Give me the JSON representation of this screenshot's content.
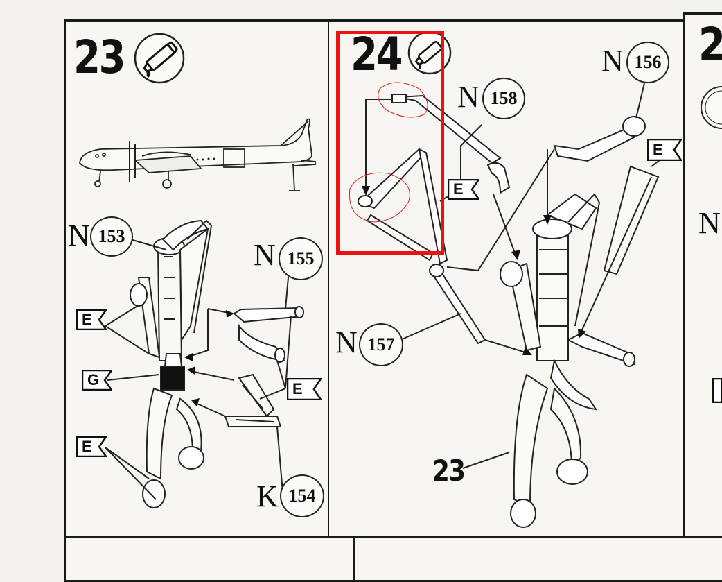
{
  "steps": {
    "step23": {
      "number": "23",
      "callouts": {
        "n153": {
          "letter": "N",
          "number": "153"
        },
        "n155": {
          "letter": "N",
          "number": "155"
        },
        "k154": {
          "letter": "K",
          "number": "154"
        }
      },
      "flags": [
        "E",
        "G",
        "E",
        "E"
      ]
    },
    "step24": {
      "number": "24",
      "callouts": {
        "n158": {
          "letter": "N",
          "number": "158"
        },
        "n156": {
          "letter": "N",
          "number": "156"
        },
        "n157": {
          "letter": "N",
          "number": "157"
        }
      },
      "flags": [
        "E",
        "E"
      ],
      "assembly_ref": "23"
    },
    "step25": {
      "number": "2",
      "letter": "N"
    }
  },
  "highlight_color": "#ee1111",
  "icons": [
    "glue-tube-icon",
    "aircraft-illustration",
    "landing-gear-diagram"
  ]
}
